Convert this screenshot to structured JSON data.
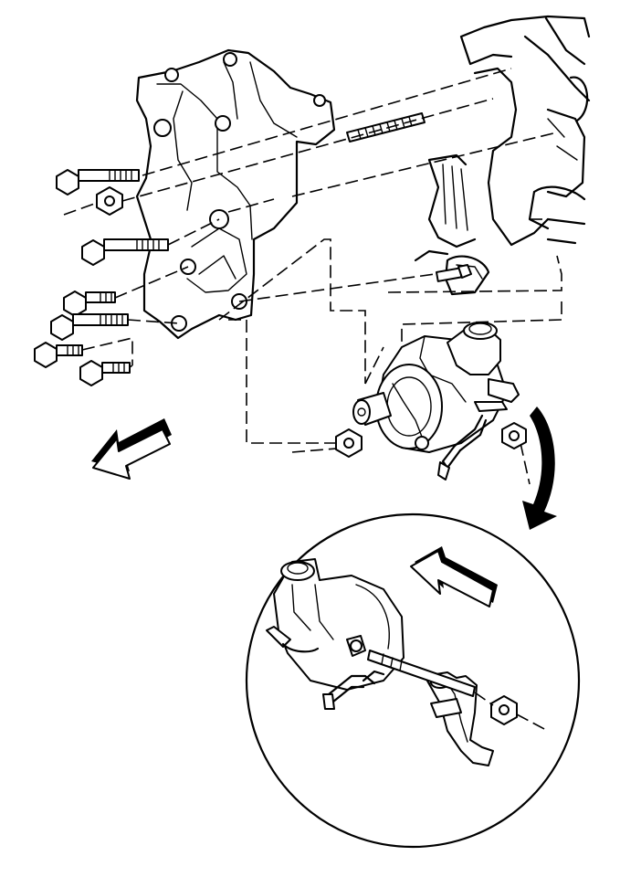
{
  "figure": {
    "subject": "power-steering-pump-mounting-exploded-view",
    "colors": {
      "line": "#000000",
      "background": "#ffffff"
    },
    "icons": [
      "removal-direction-arrow",
      "rotation-arrow",
      "installation-direction-arrow"
    ]
  }
}
